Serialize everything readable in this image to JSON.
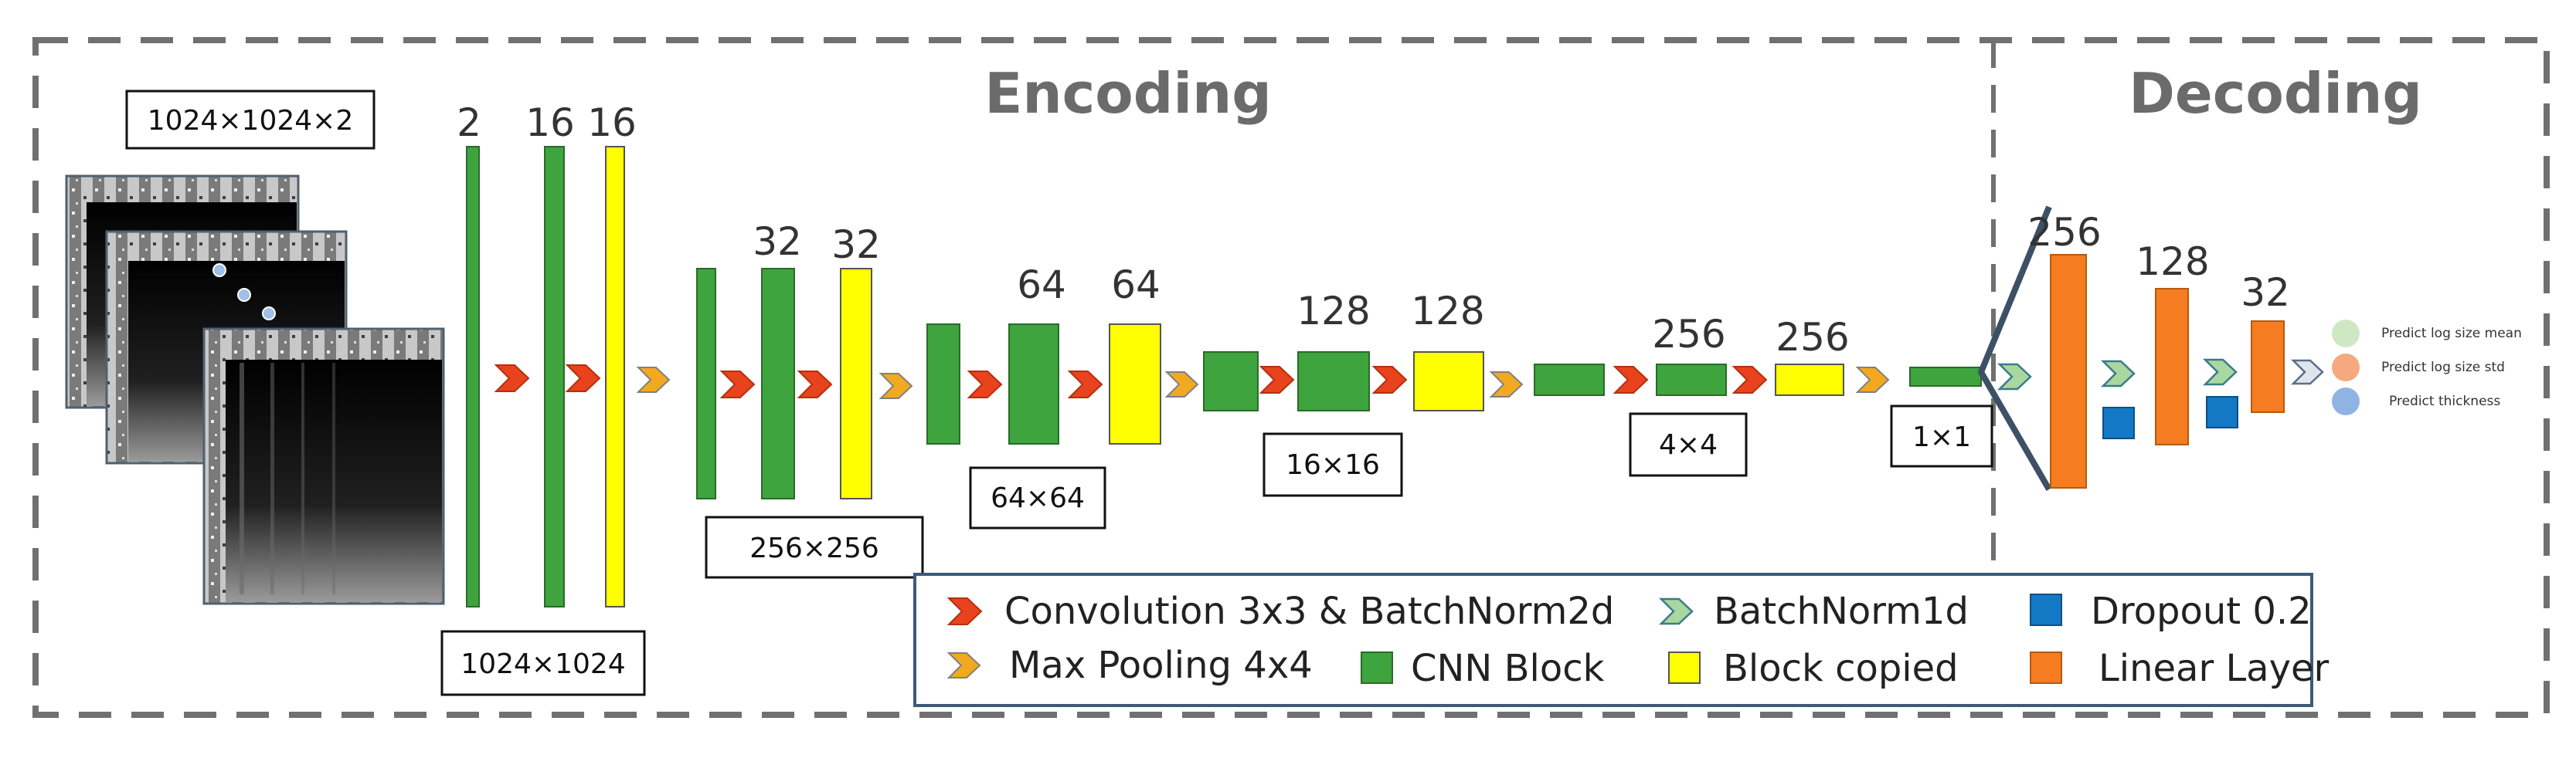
{
  "sections": {
    "encoding": "Encoding",
    "decoding": "Decoding"
  },
  "input_shape": "1024×1024×2",
  "channels": {
    "b1a": "2",
    "b1b": "16",
    "b1c": "16",
    "b2b": "32",
    "b2c": "32",
    "b3b": "64",
    "b3c": "64",
    "b4b": "128",
    "b4c": "128",
    "b5b": "256",
    "b5c": "256",
    "d1": "256",
    "d2": "128",
    "d3": "32"
  },
  "resolutions": {
    "r1": "1024×1024",
    "r2": "256×256",
    "r3": "64×64",
    "r4": "16×16",
    "r5": "4×4",
    "r6": "1×1"
  },
  "outputs": [
    {
      "label": "Predict log size mean",
      "color": "#cfe8c4"
    },
    {
      "label": "Predict log size std",
      "color": "#f5a97e"
    },
    {
      "label": "Predict thickness",
      "color": "#8fb4e3"
    }
  ],
  "legend": {
    "conv": "Convolution 3x3 & BatchNorm2d",
    "bn1d": "BatchNorm1d",
    "dropout": "Dropout 0.2",
    "maxpool": "Max Pooling 4x4",
    "cnn": "CNN Block",
    "copied": "Block copied",
    "linear": "Linear Layer"
  },
  "colors": {
    "cnn_block": "#3ea43e",
    "copied_block": "#ffff00",
    "linear_layer": "#f57c20",
    "dropout": "#1479c4",
    "conv_arrow": "#e8431c",
    "pool_arrow": "#f2a91f",
    "bn1d_arrow": "#a8d8a0",
    "border": "#707070",
    "legend_border": "#3d5a78"
  }
}
